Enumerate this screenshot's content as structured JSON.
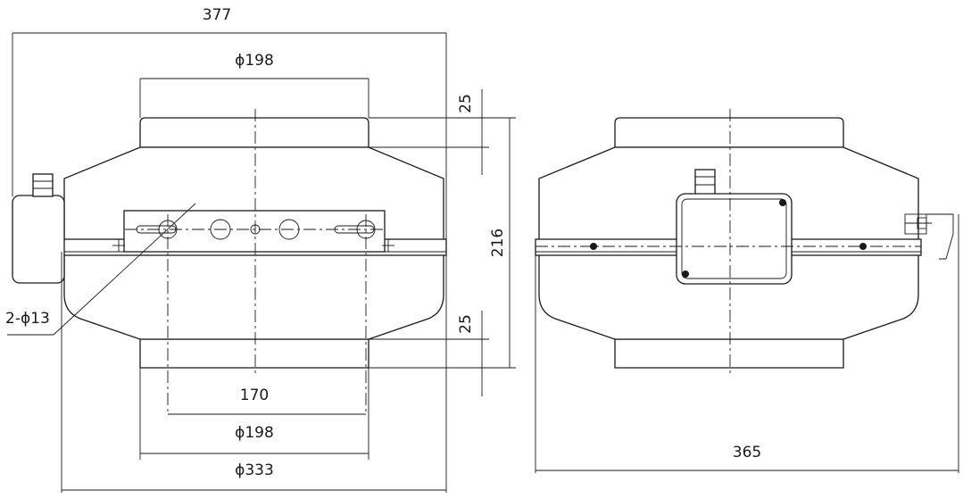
{
  "dimensions": {
    "overall_width": "377",
    "inlet_diameter_top": "ϕ198",
    "flange_offset_top": "25",
    "height": "216",
    "flange_offset_bottom": "25",
    "mount_hole_note": "2-ϕ13",
    "mount_hole_spacing": "170",
    "outlet_diameter_bottom": "ϕ198",
    "housing_diameter": "ϕ333",
    "side_depth": "365"
  }
}
